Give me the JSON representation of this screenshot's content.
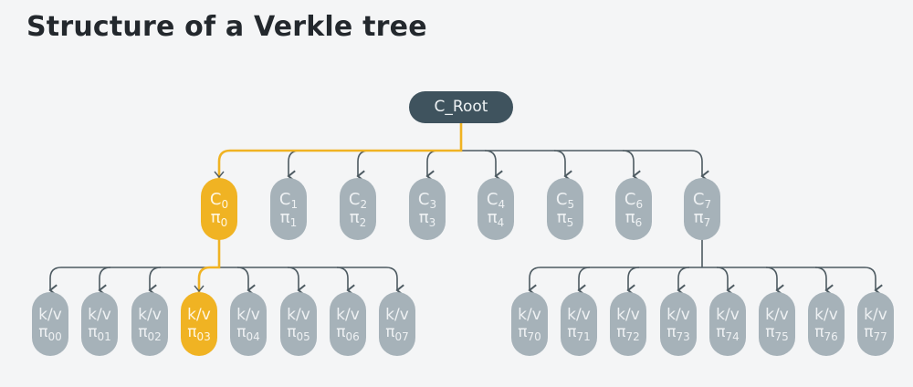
{
  "title": "Structure of a Verkle tree",
  "colors": {
    "background": "#f4f5f6",
    "root_fill": "#3f535e",
    "node_fill": "#a6b2b9",
    "highlight": "#f0b323",
    "edge": "#4d5a61",
    "title_text": "#23282d"
  },
  "root": {
    "label": "C_Root"
  },
  "inner_nodes": [
    {
      "c": "C",
      "c_sub": "0",
      "p": "π",
      "p_sub": "0",
      "highlighted": true
    },
    {
      "c": "C",
      "c_sub": "1",
      "p": "π",
      "p_sub": "1",
      "highlighted": false
    },
    {
      "c": "C",
      "c_sub": "2",
      "p": "π",
      "p_sub": "2",
      "highlighted": false
    },
    {
      "c": "C",
      "c_sub": "3",
      "p": "π",
      "p_sub": "3",
      "highlighted": false
    },
    {
      "c": "C",
      "c_sub": "4",
      "p": "π",
      "p_sub": "4",
      "highlighted": false
    },
    {
      "c": "C",
      "c_sub": "5",
      "p": "π",
      "p_sub": "5",
      "highlighted": false
    },
    {
      "c": "C",
      "c_sub": "6",
      "p": "π",
      "p_sub": "6",
      "highlighted": false
    },
    {
      "c": "C",
      "c_sub": "7",
      "p": "π",
      "p_sub": "7",
      "highlighted": false
    }
  ],
  "leaves_c0": [
    {
      "kv": "k/v",
      "p": "π",
      "p_sub": "00",
      "highlighted": false
    },
    {
      "kv": "k/v",
      "p": "π",
      "p_sub": "01",
      "highlighted": false
    },
    {
      "kv": "k/v",
      "p": "π",
      "p_sub": "02",
      "highlighted": false
    },
    {
      "kv": "k/v",
      "p": "π",
      "p_sub": "03",
      "highlighted": true
    },
    {
      "kv": "k/v",
      "p": "π",
      "p_sub": "04",
      "highlighted": false
    },
    {
      "kv": "k/v",
      "p": "π",
      "p_sub": "05",
      "highlighted": false
    },
    {
      "kv": "k/v",
      "p": "π",
      "p_sub": "06",
      "highlighted": false
    },
    {
      "kv": "k/v",
      "p": "π",
      "p_sub": "07",
      "highlighted": false
    }
  ],
  "leaves_c7": [
    {
      "kv": "k/v",
      "p": "π",
      "p_sub": "70",
      "highlighted": false
    },
    {
      "kv": "k/v",
      "p": "π",
      "p_sub": "71",
      "highlighted": false
    },
    {
      "kv": "k/v",
      "p": "π",
      "p_sub": "72",
      "highlighted": false
    },
    {
      "kv": "k/v",
      "p": "π",
      "p_sub": "73",
      "highlighted": false
    },
    {
      "kv": "k/v",
      "p": "π",
      "p_sub": "74",
      "highlighted": false
    },
    {
      "kv": "k/v",
      "p": "π",
      "p_sub": "75",
      "highlighted": false
    },
    {
      "kv": "k/v",
      "p": "π",
      "p_sub": "76",
      "highlighted": false
    },
    {
      "kv": "k/v",
      "p": "π",
      "p_sub": "77",
      "highlighted": false
    }
  ]
}
